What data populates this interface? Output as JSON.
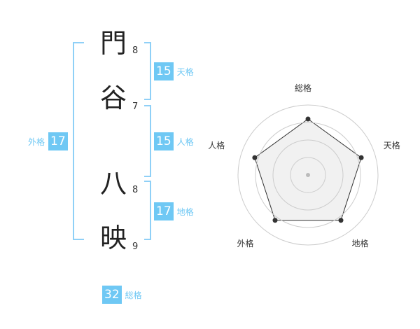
{
  "name": {
    "chars": [
      {
        "char": "門",
        "strokes": "8"
      },
      {
        "char": "谷",
        "strokes": "7"
      },
      {
        "char": "八",
        "strokes": "8"
      },
      {
        "char": "映",
        "strokes": "9"
      }
    ]
  },
  "fortunes": {
    "tenkaku": {
      "value": "15",
      "label": "天格"
    },
    "jinkaku": {
      "value": "15",
      "label": "人格"
    },
    "chikaku": {
      "value": "17",
      "label": "地格"
    },
    "gaikaku": {
      "value": "17",
      "label": "外格"
    },
    "soukaku": {
      "value": "32",
      "label": "総格"
    }
  },
  "chart_data": {
    "type": "radar",
    "axes": [
      "総格",
      "天格",
      "地格",
      "外格",
      "人格"
    ],
    "values": [
      4,
      4,
      4,
      4,
      4
    ],
    "max": 5,
    "rings": 4,
    "colors": {
      "fill": "#eeeeee",
      "line": "#333333",
      "ring": "#cccccc",
      "center": "#bbbbbb"
    }
  }
}
